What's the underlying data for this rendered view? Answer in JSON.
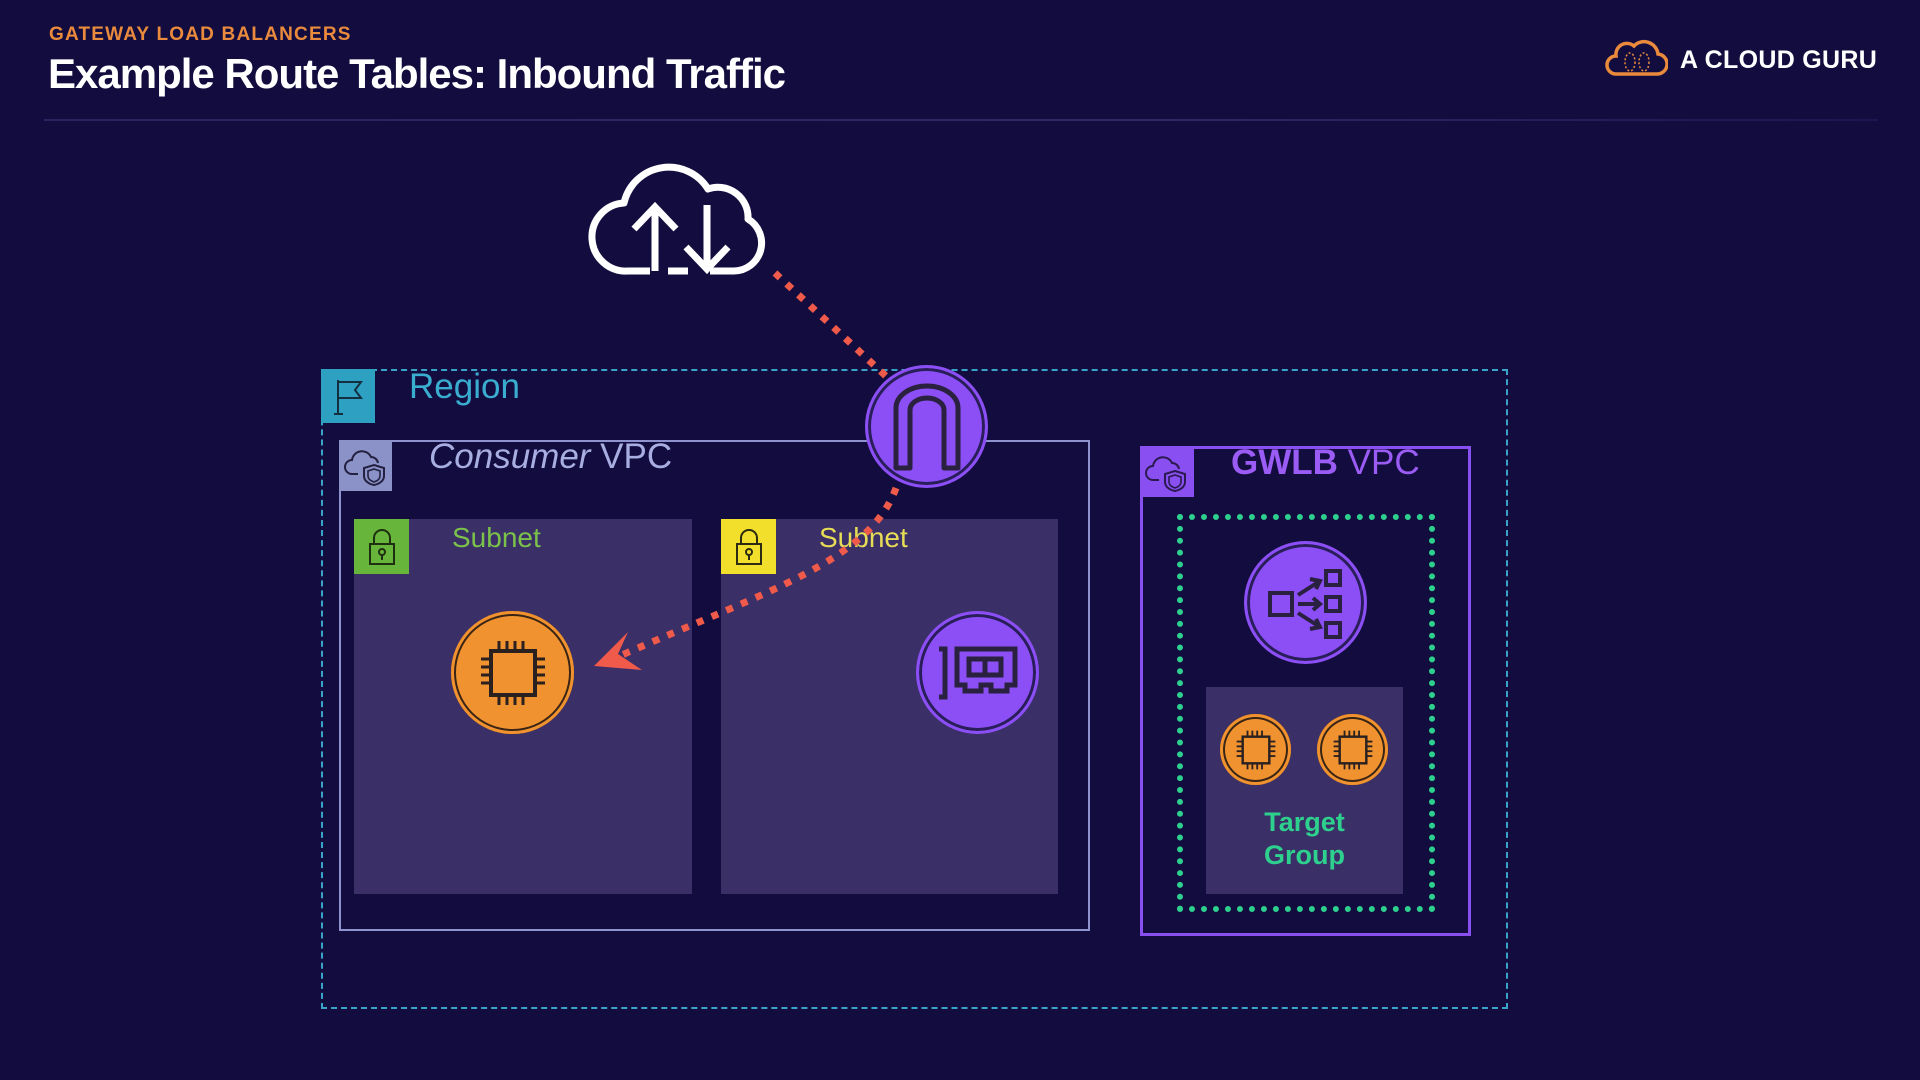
{
  "header": {
    "eyebrow": "GATEWAY LOAD BALANCERS",
    "title": "Example Route Tables:  Inbound Traffic",
    "logo_text": "A CLOUD GURU",
    "logo_icon": "cloud-logo-icon"
  },
  "colors": {
    "background": "#130d3f",
    "eyebrow": "#e98a3c",
    "region": "#2ea1c3",
    "consumer_vpc": "#8b92c8",
    "gwlb_vpc": "#8a4ff0",
    "public_subnet": "#67b53a",
    "private_subnet": "#f2df2c",
    "target_group": "#2ed08e",
    "traffic_path": "#f05a4a",
    "ec2": "#f0922f",
    "network_node": "#8b4ff5"
  },
  "diagram": {
    "internet": {
      "icon": "internet-cloud-upload-download-icon"
    },
    "region": {
      "label": "Region",
      "icon": "flag-icon"
    },
    "consumer_vpc": {
      "label_italic": "Consumer",
      "label_rest": " VPC",
      "icon": "vpc-cloud-shield-icon"
    },
    "internet_gateway": {
      "icon": "internet-gateway-icon"
    },
    "subnets": [
      {
        "label": "Subnet",
        "icon": "lock-icon",
        "resource": "ec2-instance-icon"
      },
      {
        "label": "Subnet",
        "icon": "lock-icon",
        "resource": "gwlb-endpoint-eni-icon"
      }
    ],
    "gwlb_vpc": {
      "label_bold": "GWLB",
      "label_rest": " VPC",
      "icon": "vpc-cloud-shield-icon"
    },
    "gateway_load_balancer": {
      "icon": "gateway-load-balancer-icon"
    },
    "target_group": {
      "label_line1": "Target",
      "label_line2": "Group",
      "instances": 2
    },
    "traffic_flow": [
      "Internet",
      "Internet Gateway",
      "GWLB Endpoint Subnet",
      "Application Subnet EC2"
    ]
  }
}
